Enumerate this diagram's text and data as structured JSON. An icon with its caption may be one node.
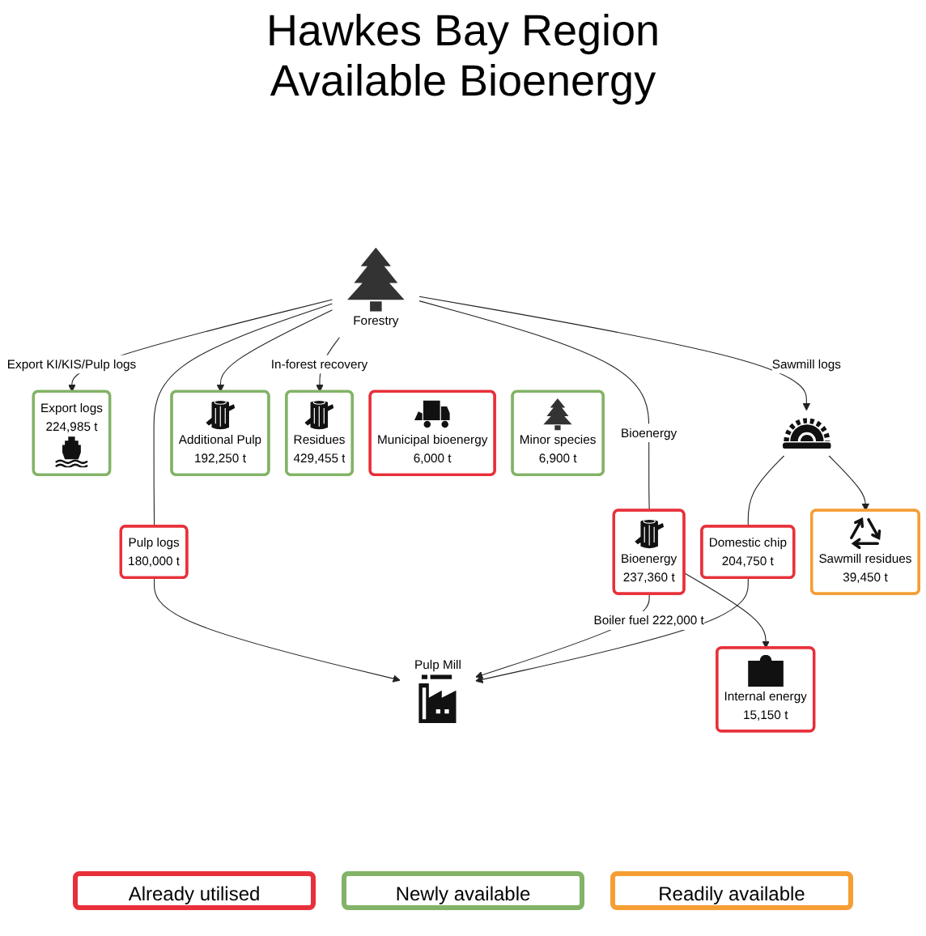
{
  "diagram": {
    "title": "Hawkes Bay Region Available Bioenergy",
    "nodes": [
      {
        "text": [
          "Pulp Mill"
        ]
      },
      {
        "text": [
          "Pulp logs",
          "180,000 t"
        ]
      },
      {
        "text": [
          "Bioenergy",
          "237,360 t"
        ]
      },
      {
        "text": [
          "Internal energy",
          "15,150 t"
        ]
      },
      {
        "text": [
          "Export logs",
          "224,985 t"
        ]
      },
      {
        "text": [
          "Forestry"
        ]
      },
      {
        "text": [
          "Domestic chip",
          "204,750 t"
        ]
      },
      {
        "text": [],
        "shape": "picture"
      },
      {
        "text": [
          "Sawmill residues",
          "39,450 t"
        ]
      },
      {
        "text": [
          "Additional Pulp",
          "192,250 t"
        ]
      },
      {
        "text": [
          "Residues",
          "429,455 t"
        ]
      },
      {
        "text": [
          "Municipal bioenergy",
          "6,000 t"
        ]
      },
      {
        "text": [
          "Minor species",
          "6,900 t"
        ]
      }
    ],
    "edges": [
      {
        "from": 5,
        "to": 1,
        "arrow": "none"
      },
      {
        "from": 1,
        "to": 0,
        "arrow": "to"
      },
      {
        "from": 2,
        "to": 0,
        "arrow": "to",
        "label": "Boiler fuel 222,000 t"
      },
      {
        "from": 2,
        "to": 3,
        "arrow": "to"
      },
      {
        "from": 5,
        "to": 2,
        "arrow": "none",
        "label": "Bioenergy"
      },
      {
        "from": 5,
        "to": 4,
        "arrow": "to",
        "label": "Export KI/KIS/Pulp logs"
      },
      {
        "from": 7,
        "to": 6,
        "arrow": "none"
      },
      {
        "from": 6,
        "to": 0,
        "arrow": "to"
      },
      {
        "from": 5,
        "to": 7,
        "arrow": "to",
        "label": "Sawmill logs"
      },
      {
        "from": 7,
        "to": 8,
        "arrow": "to"
      },
      {
        "from": 5,
        "to": 9,
        "arrow": "to"
      },
      {
        "from": 5,
        "to": 10,
        "arrow": "to",
        "label": "In-forest recovery"
      }
    ],
    "legend": [
      {
        "text": "Already utilised",
        "color": "#e8303a"
      },
      {
        "text": "Newly available",
        "color": "#82b366"
      },
      {
        "text": "Readily available",
        "color": "#f59e33"
      }
    ]
  }
}
